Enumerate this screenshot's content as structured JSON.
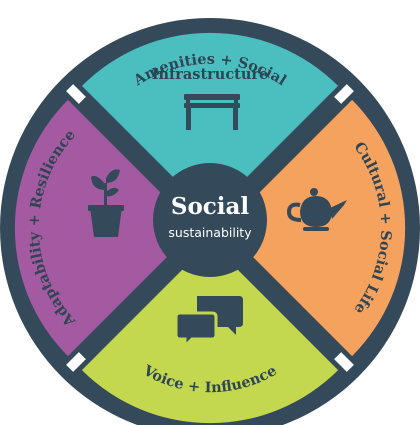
{
  "center": {
    "title": "Social",
    "subtitle": "sustainability"
  },
  "segments": [
    {
      "label_lines": [
        "Amenities + Social",
        "Infrastructure"
      ],
      "color": "#4bbfc0",
      "icon": "bench-icon"
    },
    {
      "label_lines": [
        "Cultural + Social Life"
      ],
      "color": "#f4a25e",
      "icon": "teapot-icon"
    },
    {
      "label_lines": [
        "Voice + Influence"
      ],
      "color": "#c3d84f",
      "icon": "speech-bubbles-icon"
    },
    {
      "label_lines": [
        "Adaptability + Resilience"
      ],
      "color": "#a45aa0",
      "icon": "potted-plant-icon"
    }
  ],
  "colors": {
    "ring": "#34495a",
    "icon": "#34495a",
    "center": "#34495a",
    "gap": "#ffffff"
  }
}
